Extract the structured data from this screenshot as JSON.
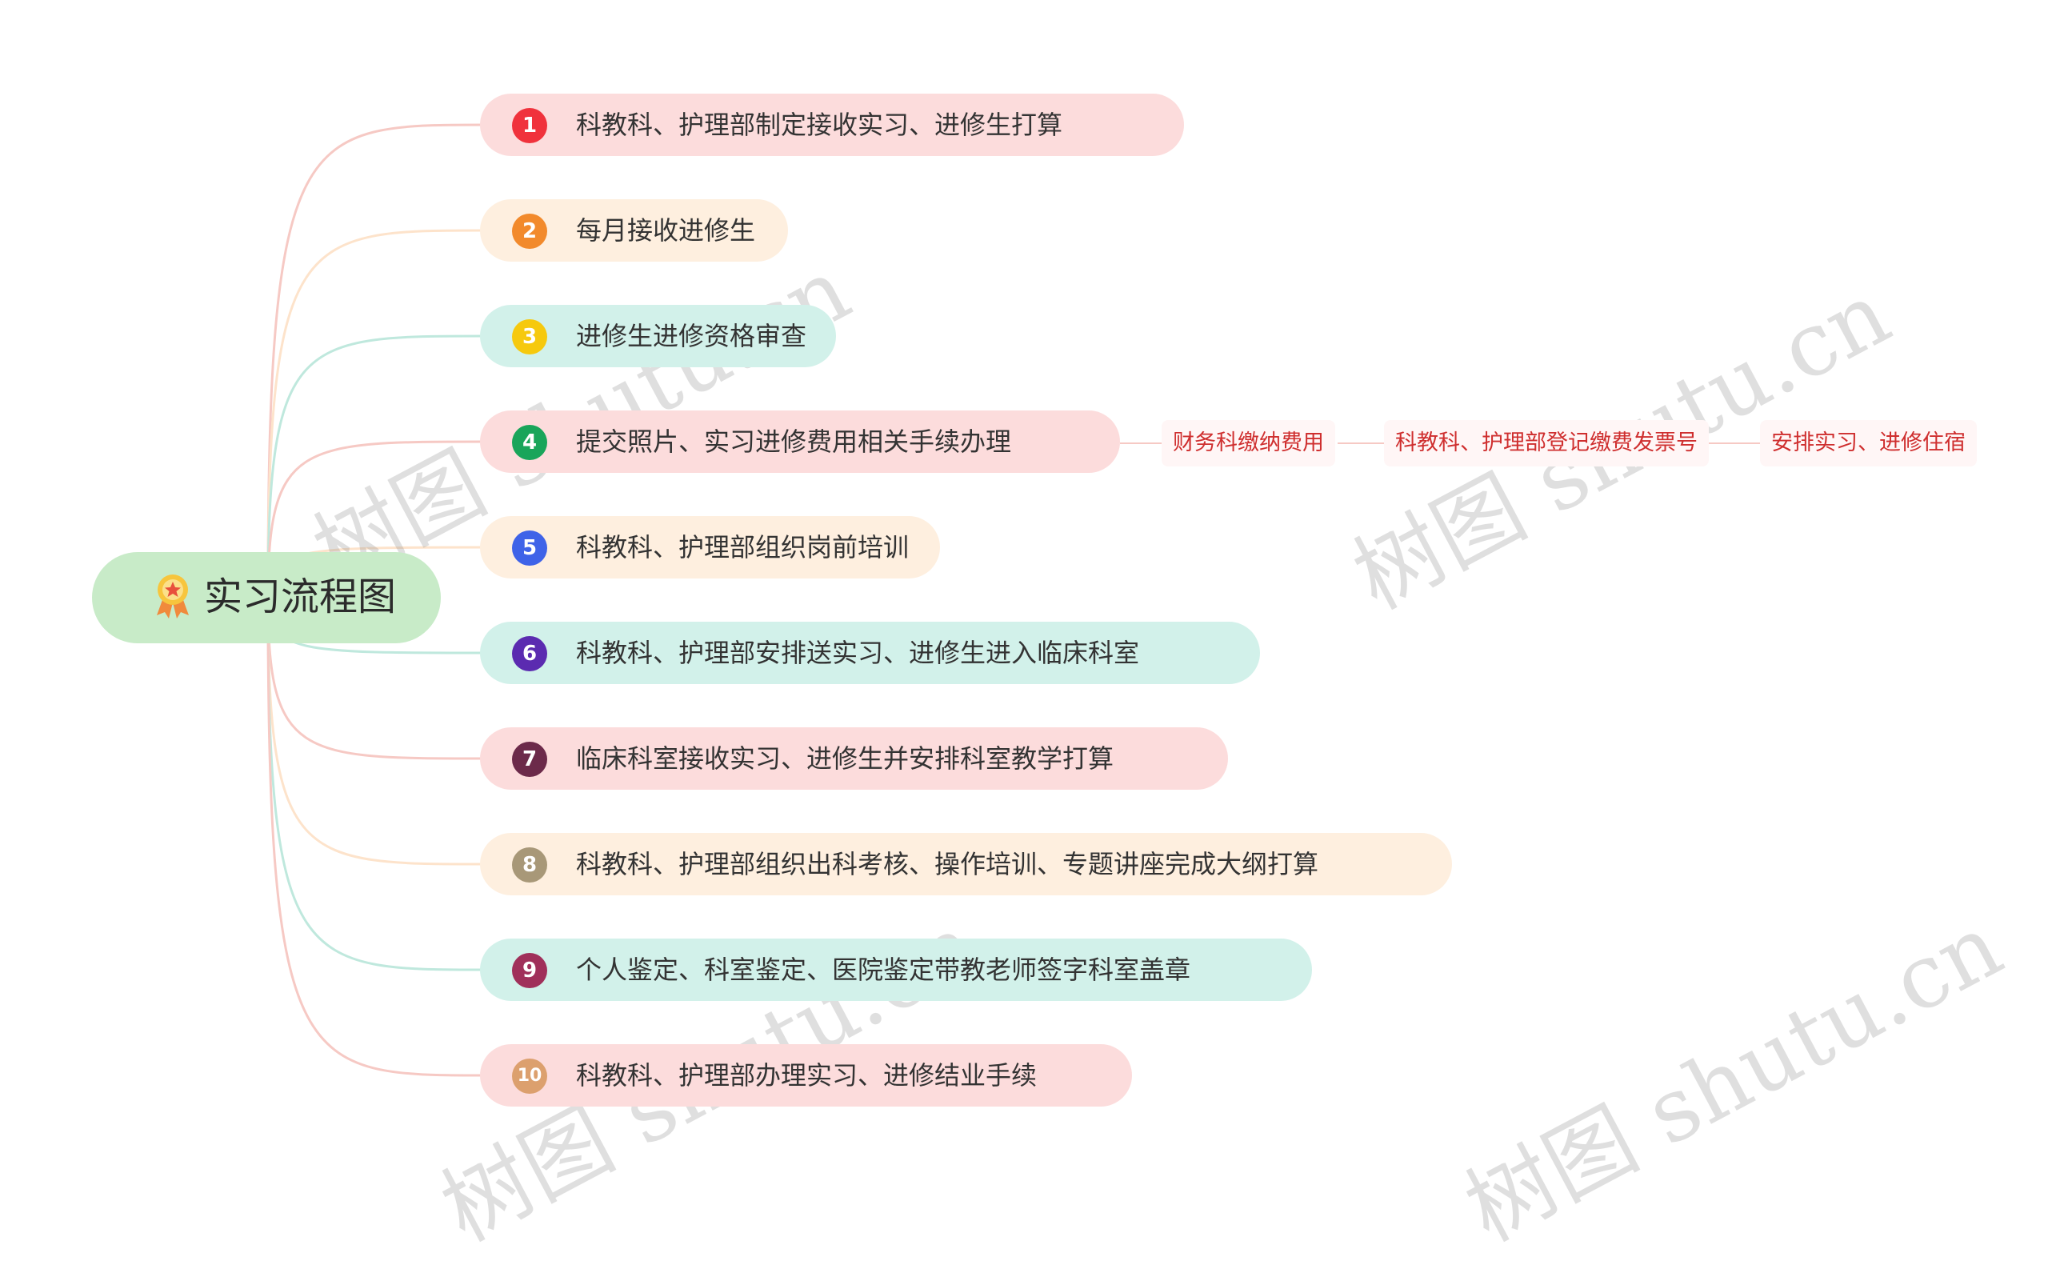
{
  "root": {
    "title": "实习流程图",
    "icon": "medal-icon"
  },
  "colors": {
    "pink": "#fcdcdc",
    "peach": "#feefdf",
    "mint": "#d2f1ea",
    "root_bg": "#c8ebc8",
    "sub_text": "#cf2f2f"
  },
  "steps": [
    {
      "num": "1",
      "label": "科教科、护理部制定接收实习、进修生打算",
      "bg": "#fcdcdc",
      "badge": "#f0323c",
      "line": "#f6c9c4"
    },
    {
      "num": "2",
      "label": "每月接收进修生",
      "bg": "#feefdf",
      "badge": "#f28a2c",
      "line": "#fde3cb"
    },
    {
      "num": "3",
      "label": "进修生进修资格审查",
      "bg": "#d2f1ea",
      "badge": "#f6c90e",
      "line": "#bfe8dd"
    },
    {
      "num": "4",
      "label": "提交照片、实习进修费用相关手续办理",
      "bg": "#fcdcdc",
      "badge": "#19a55a",
      "line": "#f6c9c4"
    },
    {
      "num": "5",
      "label": "科教科、护理部组织岗前培训",
      "bg": "#feefdf",
      "badge": "#3f63e8",
      "line": "#fde3cb"
    },
    {
      "num": "6",
      "label": "科教科、护理部安排送实习、进修生进入临床科室",
      "bg": "#d2f1ea",
      "badge": "#5b2bb0",
      "line": "#bfe8dd"
    },
    {
      "num": "7",
      "label": "临床科室接收实习、进修生并安排科室教学打算",
      "bg": "#fcdcdc",
      "badge": "#6c2a4a",
      "line": "#f6c9c4"
    },
    {
      "num": "8",
      "label": "科教科、护理部组织出科考核、操作培训、专题讲座完成大纲打算",
      "bg": "#feefdf",
      "badge": "#a89878",
      "line": "#fde3cb"
    },
    {
      "num": "9",
      "label": "个人鉴定、科室鉴定、医院鉴定带教老师签字科室盖章",
      "bg": "#d2f1ea",
      "badge": "#a0305a",
      "line": "#bfe8dd"
    },
    {
      "num": "10",
      "label": "科教科、护理部办理实习、进修结业手续",
      "bg": "#fcdcdc",
      "badge": "#dca06e",
      "line": "#f6c9c4"
    }
  ],
  "sub_steps": [
    "财务科缴纳费用",
    "科教科、护理部登记缴费发票号",
    "安排实习、进修住宿"
  ],
  "watermark": "树图 shutu.cn"
}
